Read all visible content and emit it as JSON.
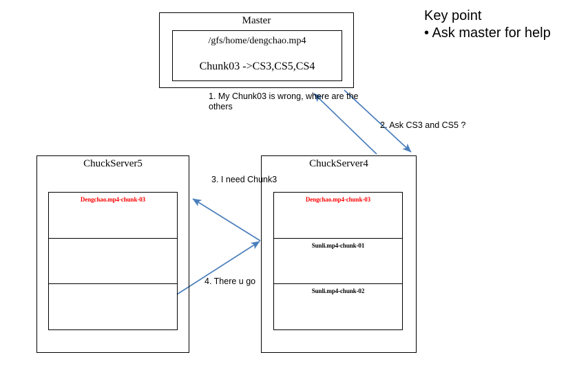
{
  "master": {
    "title": "Master",
    "file_path": "/gfs/home/dengchao.mp4",
    "chunk_map": "Chunk03 ->CS3,CS5,CS4"
  },
  "servers": [
    {
      "id": "cs5",
      "title": "ChuckServer5",
      "chunks": [
        {
          "label": "Dengchao.mp4-chunk-03",
          "color": "red"
        },
        {
          "label": "",
          "color": "black"
        },
        {
          "label": "",
          "color": "black"
        }
      ]
    },
    {
      "id": "cs4",
      "title": "ChuckServer4",
      "chunks": [
        {
          "label": "Dengchao.mp4-chunk-03",
          "color": "red"
        },
        {
          "label": "Sunli.mp4-chunk-01",
          "color": "black"
        },
        {
          "label": "Sunli.mp4-chunk-02",
          "color": "black"
        }
      ]
    }
  ],
  "annotations": {
    "step1": "1. My Chunk03 is wrong, where are the others",
    "step2": "2. Ask CS3 and CS5 ?",
    "step3": "3. I need Chunk3",
    "step4": "4. There u go"
  },
  "key_point": {
    "title": "Key point",
    "bullet": "• Ask master for help"
  },
  "colors": {
    "arrow": "#4A7EBB",
    "highlight_text": "#ff0000",
    "outline": "#000000",
    "background": "#ffffff"
  }
}
